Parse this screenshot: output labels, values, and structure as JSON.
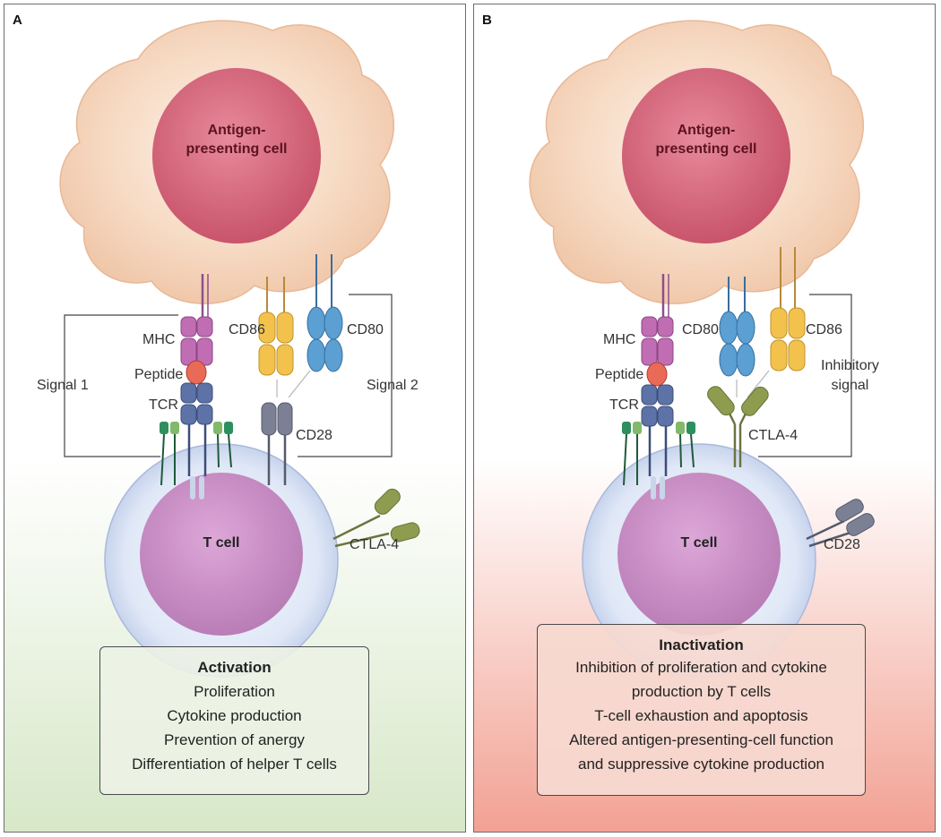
{
  "panels": {
    "a": {
      "letter": "A",
      "apc_label_line1": "Antigen-",
      "apc_label_line2": "presenting cell",
      "mhc": "MHC",
      "peptide": "Peptide",
      "tcr": "TCR",
      "cd86": "CD86",
      "cd80": "CD80",
      "cd28": "CD28",
      "ctla4": "CTLA-4",
      "signal1": "Signal 1",
      "signal2": "Signal 2",
      "tcell_label": "T cell",
      "box_title": "Activation",
      "box_items": [
        "Proliferation",
        "Cytokine production",
        "Prevention of anergy",
        "Differentiation of helper T cells"
      ]
    },
    "b": {
      "letter": "B",
      "apc_label_line1": "Antigen-",
      "apc_label_line2": "presenting cell",
      "mhc": "MHC",
      "peptide": "Peptide",
      "tcr": "TCR",
      "cd80": "CD80",
      "cd86": "CD86",
      "ctla4": "CTLA-4",
      "cd28": "CD28",
      "inhibitory_line1": "Inhibitory",
      "inhibitory_line2": "signal",
      "tcell_label": "T cell",
      "box_title": "Inactivation",
      "box_items": [
        "Inhibition of proliferation and cytokine",
        "production by T cells",
        "T-cell exhaustion and apoptosis",
        "Altered antigen-presenting-cell function",
        "and suppressive cytokine production"
      ]
    }
  },
  "colors": {
    "activation_gradient": "#dfeed4",
    "inactivation_gradient": "#f2a79b",
    "apc_outer": "#f6d2b8",
    "apc_nucleus": "#d8657c",
    "tcell_outer": "#dde5f6",
    "tcell_nucleus": "#c98bc6",
    "mhc": "#c46fb8",
    "peptide": "#e85a4e",
    "tcr": "#5a6fa4",
    "cd86": "#f1c24d",
    "cd80": "#5a9bd0",
    "cd28": "#7a7f92",
    "ctla4": "#8c9a4e",
    "accessory": "#2e8a5a"
  }
}
